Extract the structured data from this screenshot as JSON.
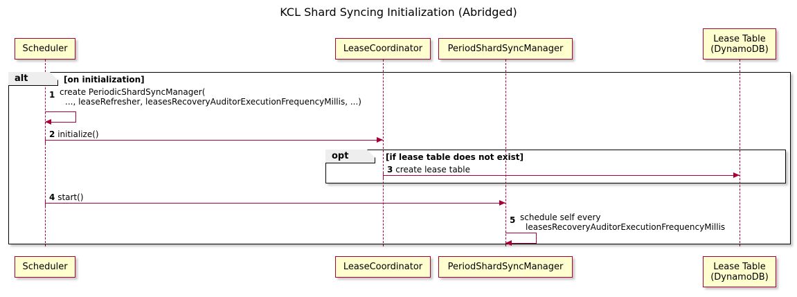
{
  "diagram": {
    "title": "KCL Shard Syncing Initialization (Abridged)",
    "type": "sequence-diagram"
  },
  "participants": [
    {
      "id": "scheduler",
      "label": "Scheduler",
      "label2": ""
    },
    {
      "id": "lease_coord",
      "label": "LeaseCoordinator",
      "label2": ""
    },
    {
      "id": "psm",
      "label": "PeriodShardSyncManager",
      "label2": ""
    },
    {
      "id": "lease_table",
      "label": "Lease Table",
      "label2": "(DynamoDB)"
    }
  ],
  "frames": [
    {
      "id": "alt_frame",
      "type": "alt",
      "condition": "[on initialization]"
    },
    {
      "id": "opt_frame",
      "type": "opt",
      "condition": "[if lease table does not exist]"
    }
  ],
  "messages": [
    {
      "num": "1",
      "from": "scheduler",
      "to": "scheduler",
      "self": true,
      "line1": "create PeriodicShardSyncManager(",
      "line2": "..., leaseRefresher, leasesRecoveryAuditorExecutionFrequencyMillis, ...)"
    },
    {
      "num": "2",
      "from": "scheduler",
      "to": "lease_coord",
      "self": false,
      "line1": "initialize()",
      "line2": ""
    },
    {
      "num": "3",
      "from": "lease_coord",
      "to": "lease_table",
      "self": false,
      "line1": "create lease table",
      "line2": ""
    },
    {
      "num": "4",
      "from": "scheduler",
      "to": "psm",
      "self": false,
      "line1": "start()",
      "line2": ""
    },
    {
      "num": "5",
      "from": "psm",
      "to": "psm",
      "self": true,
      "line1": "schedule self every",
      "line2": "leasesRecoveryAuditorExecutionFrequencyMillis"
    }
  ],
  "colors": {
    "participant_fill": "#FEFECE",
    "participant_border": "#A80036",
    "arrow": "#A80036",
    "frame_border": "#000000",
    "frame_tab_fill": "#EEEEEE",
    "background": "#FFFFFF",
    "text": "#000000"
  }
}
